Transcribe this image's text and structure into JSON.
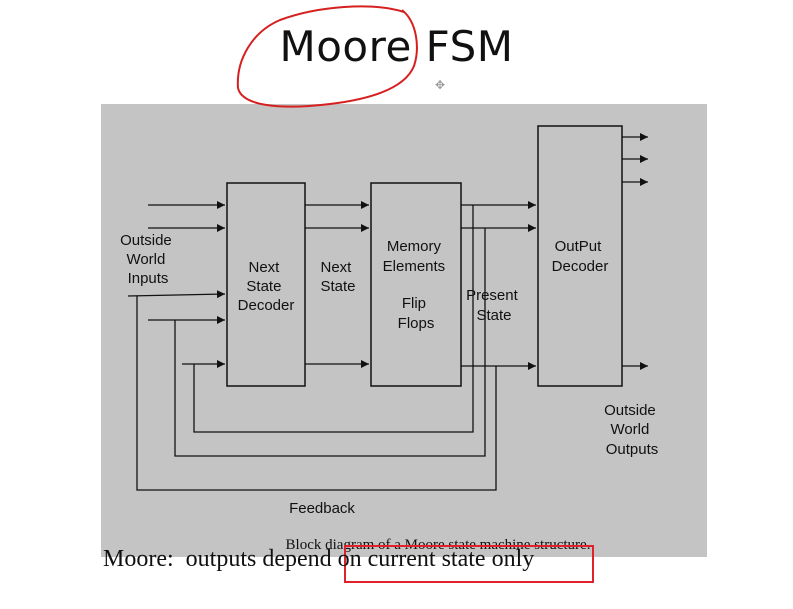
{
  "slide": {
    "title": "Moore FSM",
    "bottom_text": "Moore:  outputs depend on current state only"
  },
  "diagram": {
    "blocks": {
      "next_state_decoder": [
        "Next",
        "State",
        "Decoder"
      ],
      "memory_elements": [
        "Memory",
        "Elements",
        "Flip",
        "Flops"
      ],
      "output_decoder": [
        "OutPut",
        "Decoder"
      ]
    },
    "labels": {
      "inputs": [
        "Outside",
        "World",
        "Inputs"
      ],
      "next_state": [
        "Next",
        "State"
      ],
      "present_state": [
        "Present",
        "State"
      ],
      "outputs": [
        "Outside",
        "World",
        "Outputs"
      ],
      "feedback": "Feedback"
    },
    "caption": "Block diagram of a Moore state machine structure."
  },
  "annotations": {
    "title_circle_color": "#d62020",
    "highlight_box_color": "#e0202a"
  }
}
